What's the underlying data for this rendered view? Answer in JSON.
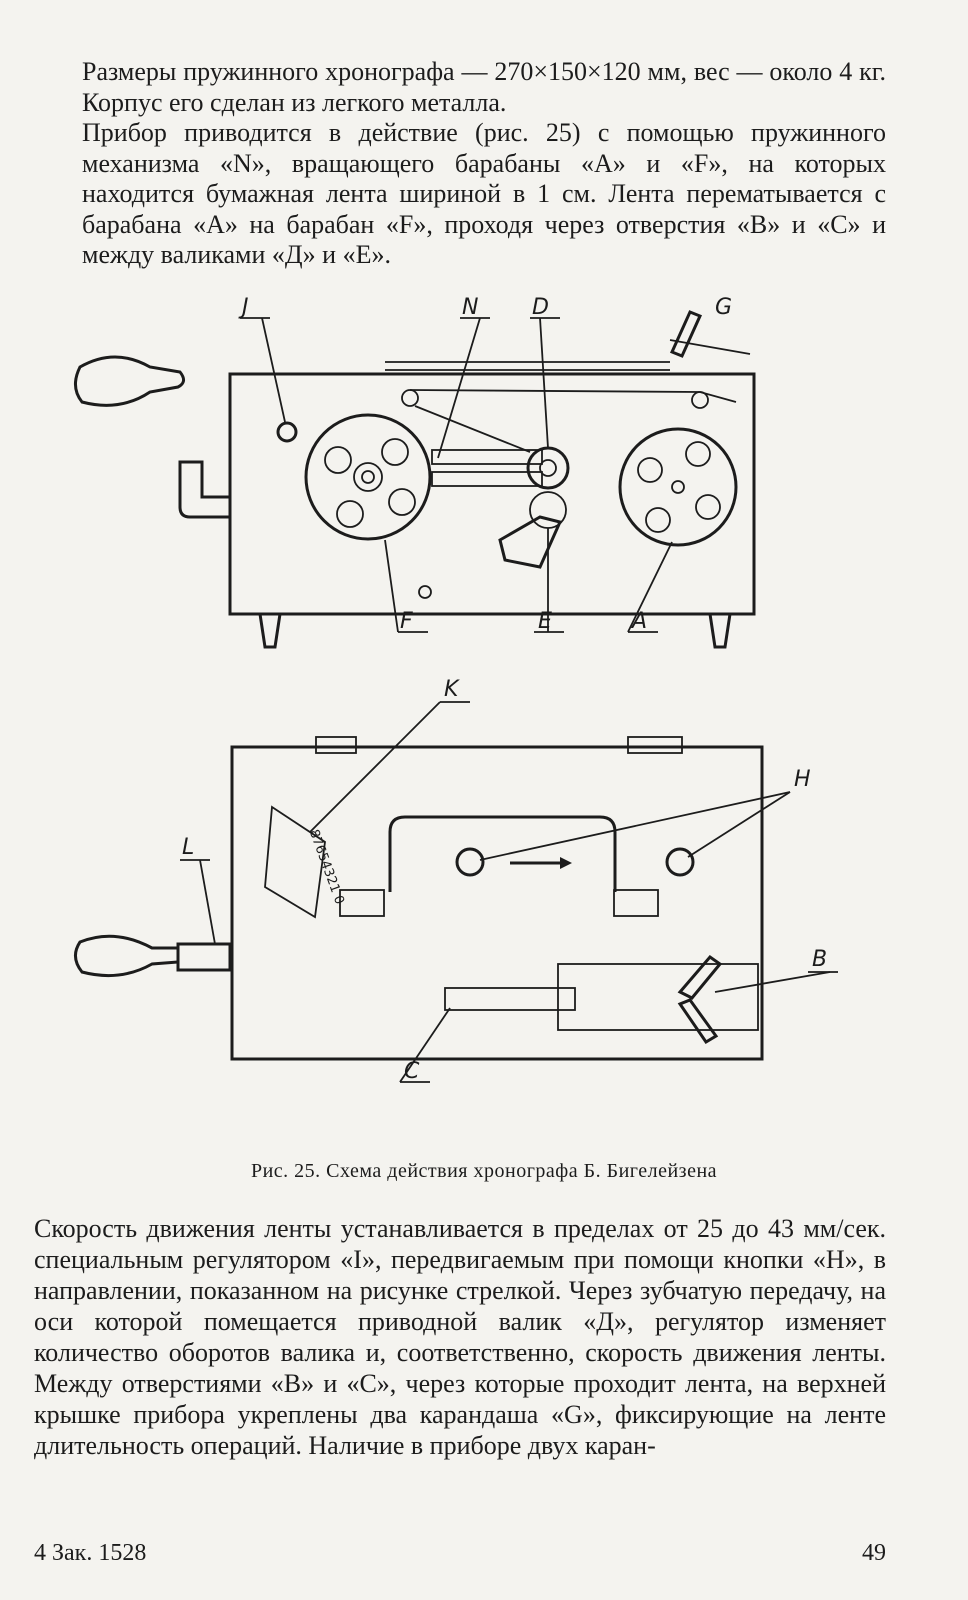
{
  "paragraphs": {
    "p1": "Размеры  пружинного хронографа — 270×150×120 мм, вес — около 4 кг. Корпус его сделан из легкого металла.",
    "p2": "Прибор приводится в действие (рис. 25) с помощью пружинного механизма «N», вращающего барабаны «A» и «F», на которых находится бумажная лента шириной в 1 см. Лента перематывается с барабана «A» на барабан «F», проходя через отверстия «B» и «C» и между валиками «Д» и «E».",
    "p3": "Скорость движения ленты устанавливается в пределах  от 25 до 43 мм/сек. специальным регулятором «I», передвигаемым при помощи кнопки «H», в направлении, показанном на рисунке стрелкой. Через зубчатую  передачу,  на оси которой помещается приводной валик «Д», регулятор изменяет количество оборотов  валика и, соответственно, скорость движения ленты. Между  отверстиями «B» и «C», через которые проходит лента, на верхней крышке прибора укреплены  два  карандаша «G», фиксирующие  на  ленте длительность операций. Наличие в приборе  двух  каран-"
  },
  "figure": {
    "top_labels": [
      "J",
      "N",
      "D",
      "G",
      "F",
      "E",
      "A"
    ],
    "bottom_labels": [
      "K",
      "H",
      "L",
      "B",
      "C"
    ],
    "scale_digits": "87654321 0",
    "caption": "Рис. 25. Схема действия хронографа Б. Бигелейзена"
  },
  "footer": {
    "left": "4  Зак. 1528",
    "right": "49"
  }
}
